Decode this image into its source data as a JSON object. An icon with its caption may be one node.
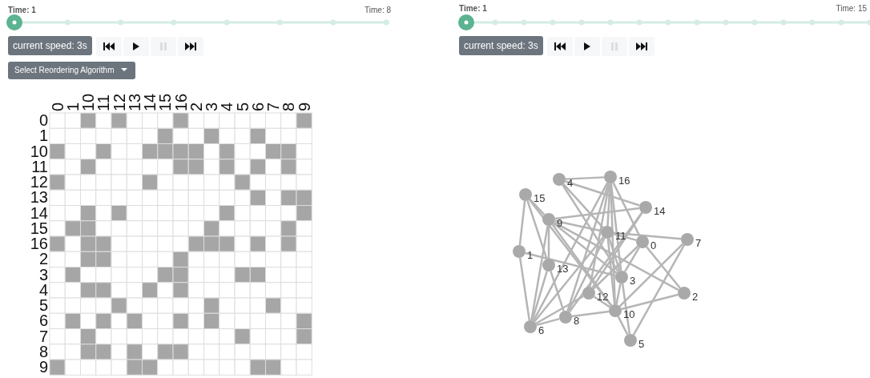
{
  "diagram": {
    "nodes": [
      {
        "text": [],
        "shape": "circle",
        "beside": [
          "4"
        ]
      },
      {
        "text": [],
        "shape": "circle",
        "beside": [
          "16"
        ]
      },
      {
        "text": [],
        "shape": "circle",
        "beside": [
          "15"
        ]
      },
      {
        "text": [],
        "shape": "circle",
        "beside": [
          "14"
        ]
      },
      {
        "text": [],
        "shape": "circle",
        "beside": [
          "9"
        ]
      },
      {
        "text": [],
        "shape": "circle",
        "beside": [
          "11"
        ]
      },
      {
        "text": [],
        "shape": "circle",
        "beside": [
          "7"
        ]
      },
      {
        "text": [],
        "shape": "circle",
        "beside": [
          "0"
        ]
      },
      {
        "text": [],
        "shape": "circle",
        "beside": [
          "1"
        ]
      },
      {
        "text": [],
        "shape": "circle",
        "beside": [
          "13"
        ]
      },
      {
        "text": [],
        "shape": "circle",
        "beside": [
          "3"
        ]
      },
      {
        "text": [],
        "shape": "circle",
        "beside": [
          "12"
        ]
      },
      {
        "text": [],
        "shape": "circle",
        "beside": [
          "2"
        ]
      },
      {
        "text": [],
        "shape": "circle",
        "beside": [
          "8"
        ]
      },
      {
        "text": [],
        "shape": "circle",
        "beside": [
          "10"
        ]
      },
      {
        "text": [],
        "shape": "circle",
        "beside": [
          "6"
        ]
      },
      {
        "text": [],
        "shape": "circle",
        "beside": [
          "5"
        ]
      }
    ],
    "edges": [
      {
        "from": 0,
        "to": 1,
        "arrow": "none"
      },
      {
        "from": 0,
        "to": 3,
        "arrow": "none"
      },
      {
        "from": 0,
        "to": 5,
        "arrow": "none"
      },
      {
        "from": 0,
        "to": 10,
        "arrow": "none"
      },
      {
        "from": 1,
        "to": 15,
        "arrow": "none"
      },
      {
        "from": 1,
        "to": 13,
        "arrow": "none"
      },
      {
        "from": 1,
        "to": 11,
        "arrow": "none"
      },
      {
        "from": 1,
        "to": 5,
        "arrow": "none"
      },
      {
        "from": 1,
        "to": 14,
        "arrow": "none"
      },
      {
        "from": 1,
        "to": 7,
        "arrow": "none"
      },
      {
        "from": 1,
        "to": 10,
        "arrow": "none"
      },
      {
        "from": 2,
        "to": 8,
        "arrow": "none"
      },
      {
        "from": 2,
        "to": 4,
        "arrow": "none"
      },
      {
        "from": 2,
        "to": 9,
        "arrow": "none"
      },
      {
        "from": 2,
        "to": 14,
        "arrow": "none"
      },
      {
        "from": 3,
        "to": 4,
        "arrow": "none"
      },
      {
        "from": 3,
        "to": 11,
        "arrow": "none"
      },
      {
        "from": 3,
        "to": 13,
        "arrow": "none"
      },
      {
        "from": 4,
        "to": 5,
        "arrow": "none"
      },
      {
        "from": 4,
        "to": 9,
        "arrow": "none"
      },
      {
        "from": 4,
        "to": 15,
        "arrow": "none"
      },
      {
        "from": 4,
        "to": 14,
        "arrow": "none"
      },
      {
        "from": 4,
        "to": 12,
        "arrow": "none"
      },
      {
        "from": 4,
        "to": 10,
        "arrow": "none"
      },
      {
        "from": 5,
        "to": 6,
        "arrow": "none"
      },
      {
        "from": 5,
        "to": 7,
        "arrow": "none"
      },
      {
        "from": 5,
        "to": 14,
        "arrow": "none"
      },
      {
        "from": 5,
        "to": 10,
        "arrow": "none"
      },
      {
        "from": 5,
        "to": 15,
        "arrow": "none"
      },
      {
        "from": 5,
        "to": 13,
        "arrow": "none"
      },
      {
        "from": 7,
        "to": 12,
        "arrow": "none"
      },
      {
        "from": 7,
        "to": 10,
        "arrow": "none"
      },
      {
        "from": 7,
        "to": 11,
        "arrow": "none"
      },
      {
        "from": 6,
        "to": 14,
        "arrow": "none"
      },
      {
        "from": 6,
        "to": 16,
        "arrow": "none"
      },
      {
        "from": 8,
        "to": 10,
        "arrow": "none"
      },
      {
        "from": 8,
        "to": 15,
        "arrow": "none"
      },
      {
        "from": 9,
        "to": 15,
        "arrow": "none"
      },
      {
        "from": 9,
        "to": 13,
        "arrow": "none"
      },
      {
        "from": 10,
        "to": 14,
        "arrow": "none"
      },
      {
        "from": 10,
        "to": 16,
        "arrow": "none"
      },
      {
        "from": 11,
        "to": 14,
        "arrow": "none"
      },
      {
        "from": 11,
        "to": 15,
        "arrow": "none"
      },
      {
        "from": 12,
        "to": 14,
        "arrow": "none"
      },
      {
        "from": 13,
        "to": 14,
        "arrow": "none"
      },
      {
        "from": 13,
        "to": 15,
        "arrow": "none"
      },
      {
        "from": 14,
        "to": 16,
        "arrow": "none"
      }
    ],
    "labels": [
      "Time: 1",
      "Time: 8",
      "current speed: 3s",
      "Select Reordering Algorithm",
      "0",
      "1",
      "10",
      "11",
      "12",
      "13",
      "14",
      "15",
      "16",
      "2",
      "3",
      "4",
      "5",
      "6",
      "7",
      "8",
      "9",
      "0",
      "1",
      "10",
      "11",
      "12",
      "13",
      "14",
      "15",
      "16",
      "2",
      "3",
      "4",
      "5",
      "6",
      "7",
      "8",
      "9",
      "Time: 1",
      "Time: 15",
      "current speed: 3s"
    ]
  }
}
